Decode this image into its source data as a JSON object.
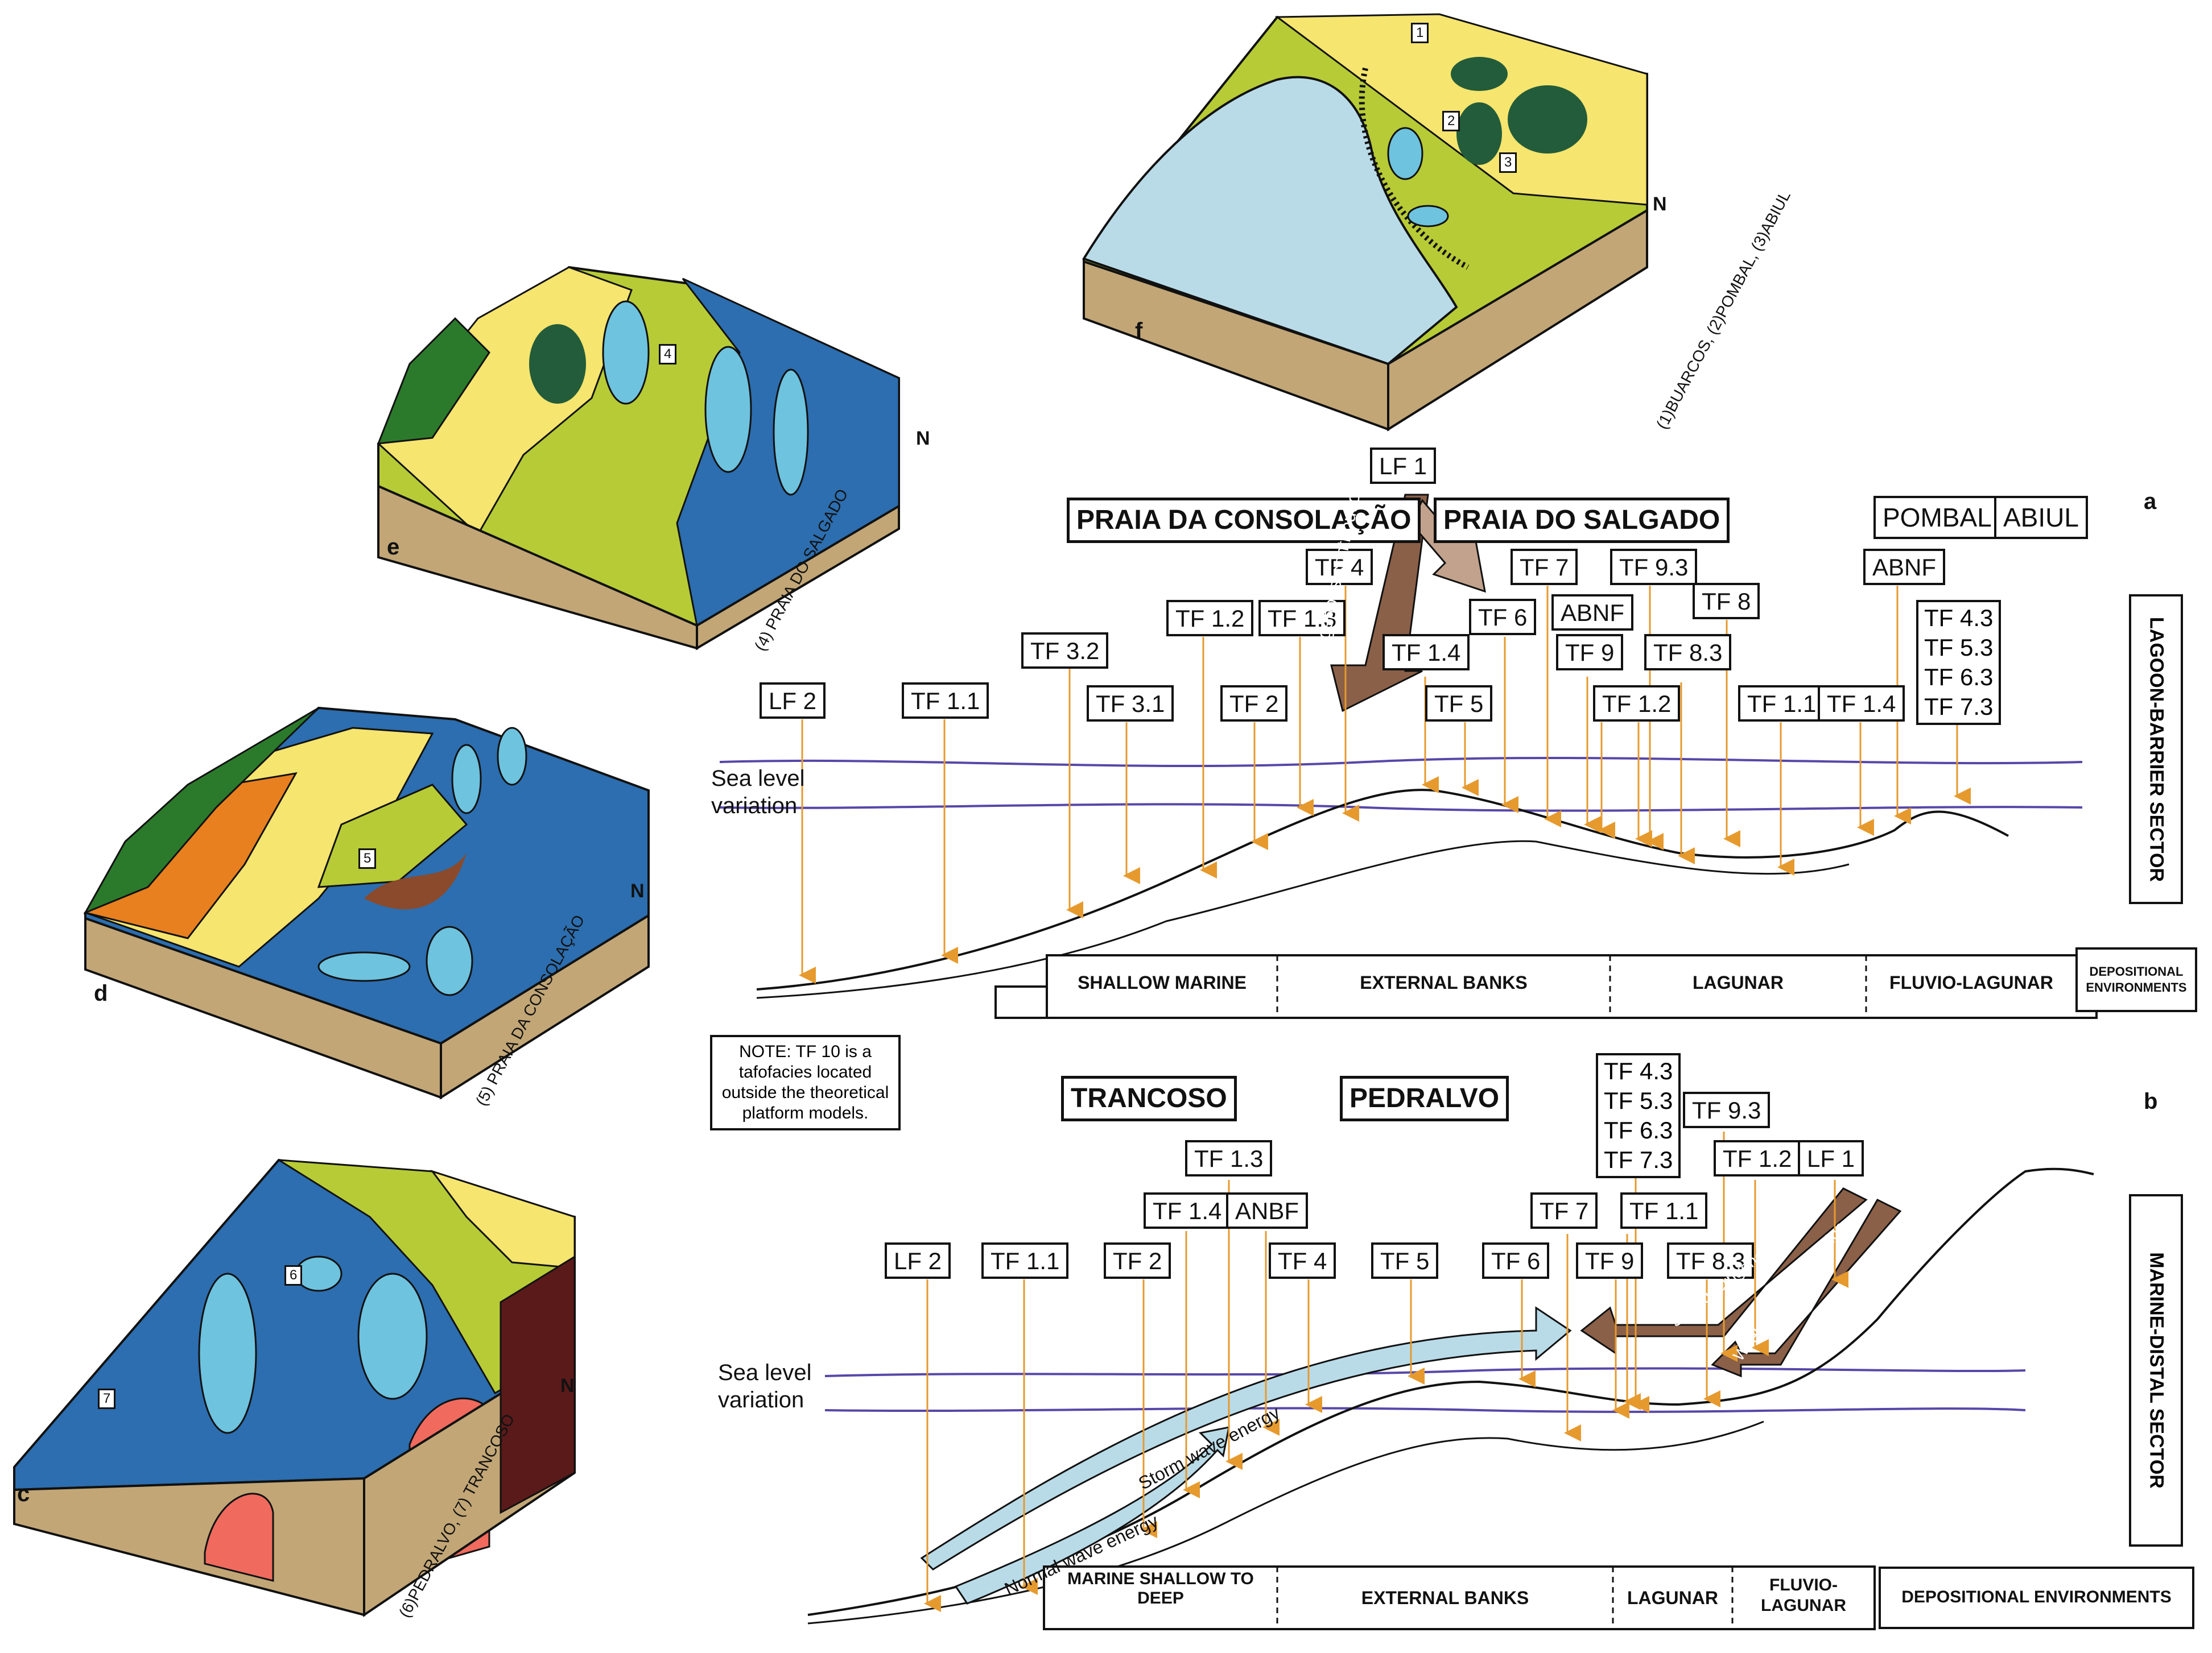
{
  "panels": {
    "a": "a",
    "b": "b",
    "c": "c",
    "d": "d",
    "e": "e",
    "f": "f"
  },
  "locations": {
    "f": "(1)BUARCOS, (2)POMBAL, (3)ABIUL",
    "e": "(4) PRAIA DO SALGADO",
    "d": "(5) PRAIA DA CONSOLAÇÃO",
    "c": "(6)PEDRALVO, (7) TRANCOSO"
  },
  "north": "N",
  "flags": [
    "1",
    "2",
    "3",
    "4",
    "5",
    "6",
    "7"
  ],
  "sea_level": {
    "line1": "Sea level",
    "line2": "variation"
  },
  "sectors": {
    "a": "LAGOON-BARRIER SECTOR",
    "b": "MARINE-DISTAL SECTOR"
  },
  "a": {
    "sites": [
      "PRAIA DA CONSOLAÇÃO",
      "PRAIA DO SALGADO",
      "POMBAL",
      "ABIUL"
    ],
    "boxes": [
      "LF 1",
      "TF 4",
      "TF 7",
      "TF 9.3",
      "TF 6",
      "ABNF",
      "TF 8",
      "ABNF",
      "TF 1.2",
      "TF 1.3",
      "TF 3.2",
      "TF 1.4",
      "TF 9",
      "TF 8.3",
      "LF 2",
      "TF 1.1",
      "TF 3.1",
      "TF 2",
      "TF 5",
      "TF 1.2",
      "TF 1.1",
      "TF 1.4"
    ],
    "stack": [
      "TF 4.3",
      "TF 5.3",
      "TF 6.3",
      "TF 7.3"
    ],
    "arrow_text": "Terrigenous contributions",
    "environments": [
      "SHALLOW MARINE",
      "EXTERNAL BANKS",
      "LAGUNAR",
      "FLUVIO-LAGUNAR"
    ],
    "env_label": "DEPOSITIONAL ENVIRONMENTS"
  },
  "note": "NOTE: TF 10 is a tafofacies located outside the theoretical platform models.",
  "b": {
    "sites": [
      "TRANCOSO",
      "PEDRALVO"
    ],
    "stack": [
      "TF 4.3",
      "TF 5.3",
      "TF 6.3",
      "TF 7.3"
    ],
    "boxes": [
      "TF 9.3",
      "TF 1.3",
      "TF 1.2",
      "LF 1",
      "TF 1.4",
      "ANBF",
      "TF 7",
      "TF 1.1",
      "LF 2",
      "TF 1.1",
      "TF 2",
      "TF 4",
      "TF 5",
      "TF 6",
      "TF 9",
      "TF 8.3"
    ],
    "arrows": [
      "Storm wave energy",
      "Normal wave energy",
      "Strong terrigenous action",
      "Weak terrigenous action"
    ],
    "environments": [
      "MARINE SHALLOW TO DEEP",
      "EXTERNAL BANKS",
      "LAGUNAR",
      "FLUVIO-LAGUNAR",
      "DEPOSITIONAL ENVIRONMENTS"
    ]
  },
  "colors": {
    "deep_sea": "#2c6eaf",
    "light_sea": "#b9dbe8",
    "shoal": "#6ec3df",
    "green": "#b7cb36",
    "yellow": "#f6e56e",
    "orange": "#e8801f",
    "forest": "#2b7a2b",
    "earth": "#c2a676",
    "marker": "#e69a2e",
    "sea_line": "#5747a8",
    "terrig": "#8b6048"
  }
}
